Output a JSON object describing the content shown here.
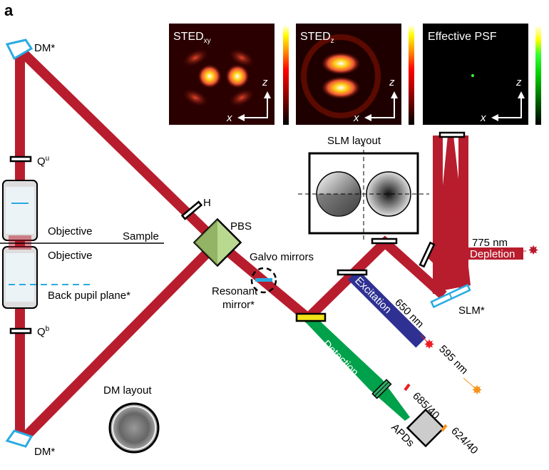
{
  "panel_label": "a",
  "colors": {
    "beam": "#b81d2e",
    "excitation": "#2e3192",
    "detection": "#00a14b",
    "dm": "#29abe2",
    "filter_red": "#ed1c24",
    "filter_orange": "#f7941d"
  },
  "labels": {
    "dm_top": "DM*",
    "dm_bottom": "DM*",
    "q_upper": "Q",
    "q_upper_sup": "u",
    "q_lower": "Q",
    "q_lower_sup": "b",
    "objective_top": "Objective",
    "objective_bottom": "Objective",
    "sample": "Sample",
    "back_pupil": "Back pupil plane*",
    "h": "H",
    "pbs": "PBS",
    "galvo": "Galvo mirrors",
    "resonant_1": "Resonant",
    "resonant_2": "mirror*",
    "dm_layout": "DM layout",
    "slm_layout": "SLM layout",
    "slm": "SLM*",
    "depletion_wl": "775 nm",
    "depletion": "Depletion",
    "excitation": "Excitation",
    "exc_wl1": "650 nm",
    "exc_wl2": "595 nm",
    "detection": "Detection",
    "filter1": "685/40",
    "filter2": "624/40",
    "apds": "APDs"
  },
  "psf_panels": [
    {
      "title": "STED",
      "sub": "xy",
      "axis_z": "z",
      "axis_x": "x",
      "colormap": "hot"
    },
    {
      "title": "STED",
      "sub": "z",
      "axis_z": "z",
      "axis_x": "x",
      "colormap": "hot"
    },
    {
      "title": "Effective PSF",
      "sub": "",
      "axis_z": "z",
      "axis_x": "x",
      "colormap": "green"
    }
  ]
}
